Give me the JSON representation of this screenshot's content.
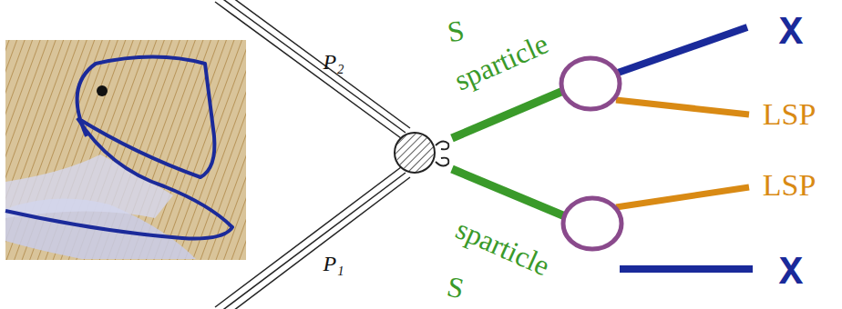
{
  "diagram": {
    "labels": [
      "P₂",
      "S",
      "sparticle",
      "X",
      "LSP",
      "LSP",
      "X",
      "P₁",
      "sparticle",
      "S"
    ]
  }
}
